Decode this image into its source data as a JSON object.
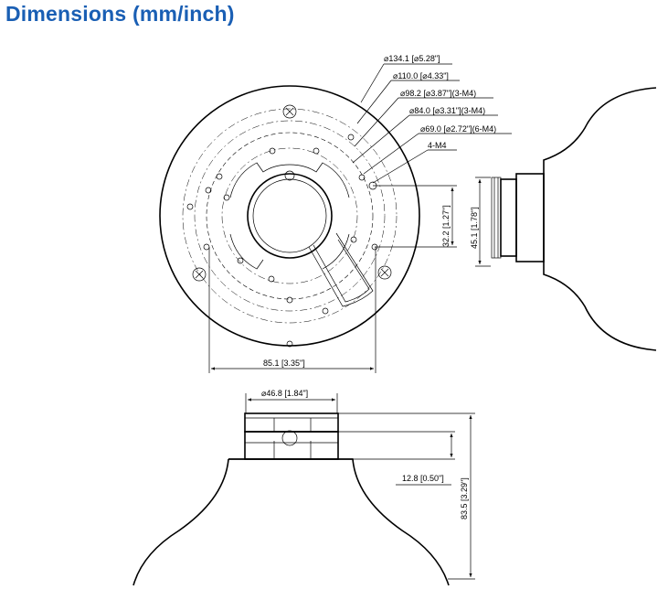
{
  "title": "Dimensions (mm/inch)",
  "top_view": {
    "callouts": [
      "⌀134.1 [⌀5.28\"]",
      "⌀110.0 [⌀4.33\"]",
      "⌀98.2 [⌀3.87\"](3-M4)",
      "⌀84.0 [⌀3.31\"](3-M4)",
      "⌀69.0 [⌀2.72\"](6-M4)",
      "4-M4"
    ],
    "width_dim": "85.1 [3.35\"]",
    "height_dim": "32.2 [1.27\"]"
  },
  "side_view": {
    "height_dim": "45.1 [1.78\"]"
  },
  "front_view": {
    "top_diameter_dim": "⌀46.8 [1.84\"]",
    "collar_dim": "12.8 [0.50\"]",
    "total_height_dim": "83.5 [3.29\"]"
  }
}
